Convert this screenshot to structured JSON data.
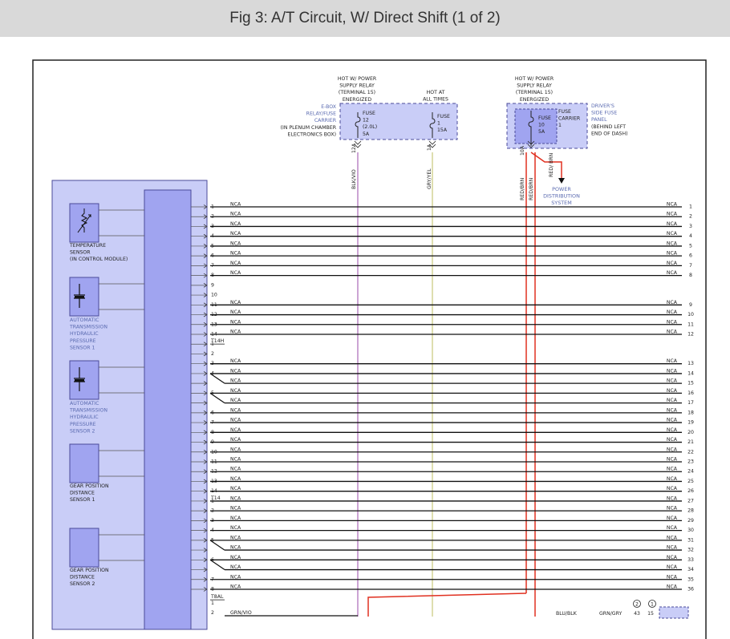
{
  "title": "Fig 3: A/T Circuit, W/ Direct Shift (1 of 2)",
  "colors": {
    "module_fill": "#c9cdf7",
    "module_dark": "#a0a4f0",
    "module_stroke": "#4a4a9a",
    "blue_text": "#5a6ab0",
    "wire_red": "#e03020",
    "wire_purple": "#9a4aa8",
    "wire_yellow": "#c9c97a"
  },
  "power": {
    "left_hot_lines": [
      "HOT W/ POWER",
      "SUPPLY RELAY",
      "(TERMINAL 15)",
      "ENERGIZED"
    ],
    "mid_hot_lines": [
      "HOT AT",
      "ALL TIMES"
    ],
    "right_hot_lines": [
      "HOT W/ POWER",
      "SUPPLY RELAY",
      "(TERMINAL 15)",
      "ENERGIZED"
    ],
    "ebox_lines": [
      "E-BOX",
      "RELAY/FUSE",
      "CARRIER"
    ],
    "ebox_loc_lines": [
      "(IN PLENUM CHAMBER",
      "ELECTRONICS BOX)"
    ],
    "fuse12_lines": [
      "FUSE",
      "12",
      "(2.0L)",
      "5A"
    ],
    "fuse1_lines": [
      "FUSE",
      "1",
      "15A"
    ],
    "fuse10_lines": [
      "FUSE",
      "10",
      "5A"
    ],
    "carrier_lines": [
      "FUSE",
      "CARRIER",
      "1"
    ],
    "drivers_panel_lines": [
      "DRIVER'S",
      "SIDE FUSE",
      "PANEL"
    ],
    "drivers_loc_lines": [
      "(BEHIND LEFT",
      "END OF DASH)"
    ],
    "pin_12a": "12A",
    "pin_1a": "1A",
    "pin_10a": "10A",
    "wire_blkvio": "BLK/VIO",
    "wire_gryyel": "GRY/YEL",
    "wire_redbrn": "RED/BRN",
    "wire_redbrn2": "RED/BRN",
    "wire_redbrn3": "RED/ BRN",
    "power_dist_lines": [
      "POWER",
      "DISTRIBUTION",
      "SYSTEM"
    ]
  },
  "components": [
    {
      "lines": [
        "TEMPERATURE",
        "SENSOR",
        "(IN CONTROL MODULE)"
      ],
      "blue": false
    },
    {
      "lines": [
        "AUTOMATIC",
        "TRANSMISSION",
        "HYDRAULIC",
        "PRESSURE",
        "SENSOR 1"
      ],
      "blue": true
    },
    {
      "lines": [
        "AUTOMATIC",
        "TRANSMISSION",
        "HYDRAULIC",
        "PRESSURE",
        "SENSOR 2"
      ],
      "blue": true
    },
    {
      "lines": [
        "GEAR POSITION",
        "DISTANCE",
        "SENSOR 1"
      ],
      "blue": false
    },
    {
      "lines": [
        "GEAR POSITION",
        "DISTANCE",
        "SENSOR 2"
      ],
      "blue": false
    }
  ],
  "connectors": {
    "t14h": "T14H",
    "t14": "T14",
    "t8al": "T8AL"
  },
  "nca": "NCA",
  "rows": [
    {
      "pin": "1",
      "nca": true,
      "right": "1"
    },
    {
      "pin": "2",
      "nca": true,
      "right": "2"
    },
    {
      "pin": "3",
      "nca": true,
      "right": "3"
    },
    {
      "pin": "4",
      "nca": true,
      "right": "4"
    },
    {
      "pin": "5",
      "nca": true,
      "right": "5"
    },
    {
      "pin": "6",
      "nca": true,
      "right": "6"
    },
    {
      "pin": "7",
      "nca": true,
      "right": "7"
    },
    {
      "pin": "8",
      "nca": true,
      "right": "8"
    },
    {
      "pin": "9",
      "nca": false,
      "right": ""
    },
    {
      "pin": "10",
      "nca": false,
      "right": ""
    },
    {
      "pin": "11",
      "nca": true,
      "right": "9"
    },
    {
      "pin": "12",
      "nca": true,
      "right": "10"
    },
    {
      "pin": "13",
      "nca": true,
      "right": "11"
    },
    {
      "pin": "14",
      "nca": true,
      "right": "12"
    },
    {
      "pin": "1",
      "nca": false,
      "right": ""
    },
    {
      "pin": "2",
      "nca": false,
      "right": ""
    },
    {
      "pin": "3",
      "nca": true,
      "right": "13"
    },
    {
      "pin": "4",
      "nca": true,
      "right": "14"
    },
    {
      "pin": "",
      "nca": true,
      "right": "15"
    },
    {
      "pin": "5",
      "nca": true,
      "right": "16"
    },
    {
      "pin": "",
      "nca": true,
      "right": "17"
    },
    {
      "pin": "6",
      "nca": true,
      "right": "18"
    },
    {
      "pin": "7",
      "nca": true,
      "right": "19"
    },
    {
      "pin": "8",
      "nca": true,
      "right": "20"
    },
    {
      "pin": "9",
      "nca": true,
      "right": "21"
    },
    {
      "pin": "10",
      "nca": true,
      "right": "22"
    },
    {
      "pin": "11",
      "nca": true,
      "right": "23"
    },
    {
      "pin": "12",
      "nca": true,
      "right": "24"
    },
    {
      "pin": "13",
      "nca": true,
      "right": "25"
    },
    {
      "pin": "14",
      "nca": true,
      "right": "26"
    },
    {
      "pin": "1",
      "nca": true,
      "right": "27"
    },
    {
      "pin": "2",
      "nca": true,
      "right": "28"
    },
    {
      "pin": "3",
      "nca": true,
      "right": "29"
    },
    {
      "pin": "4",
      "nca": true,
      "right": "30"
    },
    {
      "pin": "5",
      "nca": true,
      "right": "31"
    },
    {
      "pin": "",
      "nca": true,
      "right": "32"
    },
    {
      "pin": "6",
      "nca": true,
      "right": "33"
    },
    {
      "pin": "",
      "nca": true,
      "right": "34"
    },
    {
      "pin": "7",
      "nca": true,
      "right": "35"
    },
    {
      "pin": "8",
      "nca": true,
      "right": "36"
    }
  ],
  "bottom": {
    "pin1": "1",
    "pin2": "2",
    "left_wire": "GRN/VIO",
    "wire_a": "BLU/BLK",
    "wire_b": "GRN/GRY",
    "circle2": "2",
    "circle1": "1",
    "num_43": "43",
    "num_15": "15"
  }
}
